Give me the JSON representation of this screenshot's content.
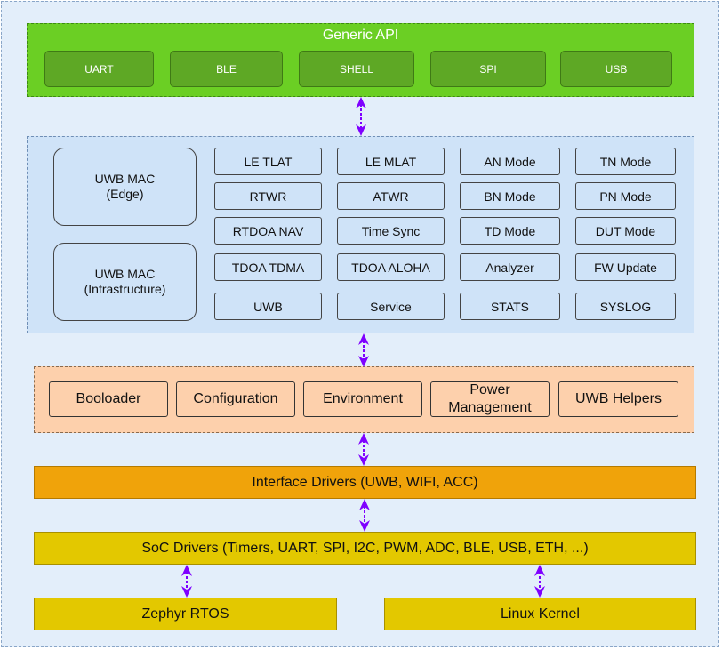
{
  "generic_api": {
    "title": "Generic API",
    "items": [
      "UART",
      "BLE",
      "SHELL",
      "SPI",
      "USB"
    ]
  },
  "uwb_mac": {
    "edge": [
      "UWB MAC",
      "(Edge)"
    ],
    "infrastructure": [
      "UWB MAC",
      "(Infrastructure)"
    ],
    "grid": [
      [
        "LE TLAT",
        "LE MLAT",
        "AN Mode",
        "TN Mode"
      ],
      [
        "RTWR",
        "ATWR",
        "BN Mode",
        "PN Mode"
      ],
      [
        "RTDOA NAV",
        "Time Sync",
        "TD Mode",
        "DUT Mode"
      ],
      [
        "TDOA TDMA",
        "TDOA ALOHA",
        "Analyzer",
        "FW Update"
      ],
      [
        "UWB",
        "Service",
        "STATS",
        "SYSLOG"
      ]
    ]
  },
  "services": {
    "items": [
      "Booloader",
      "Configuration",
      "Environment",
      "Power Management",
      "UWB Helpers"
    ],
    "power_line1": "Power",
    "power_line2": "Management"
  },
  "interface_drivers": "Interface Drivers (UWB, WIFI, ACC)",
  "soc_drivers": "SoC Drivers (Timers, UART, SPI, I2C, PWM, ADC, BLE, USB, ETH, ...)",
  "os": {
    "zephyr": "Zephyr RTOS",
    "linux": "Linux Kernel"
  },
  "colors": {
    "arrow": "#7f00ff",
    "api_layer": "#6bcf24",
    "mac_layer": "#cfe3f8",
    "services_layer": "#fdd0ac",
    "interface_bar": "#f0a30a",
    "soc_bar": "#e3c800"
  }
}
